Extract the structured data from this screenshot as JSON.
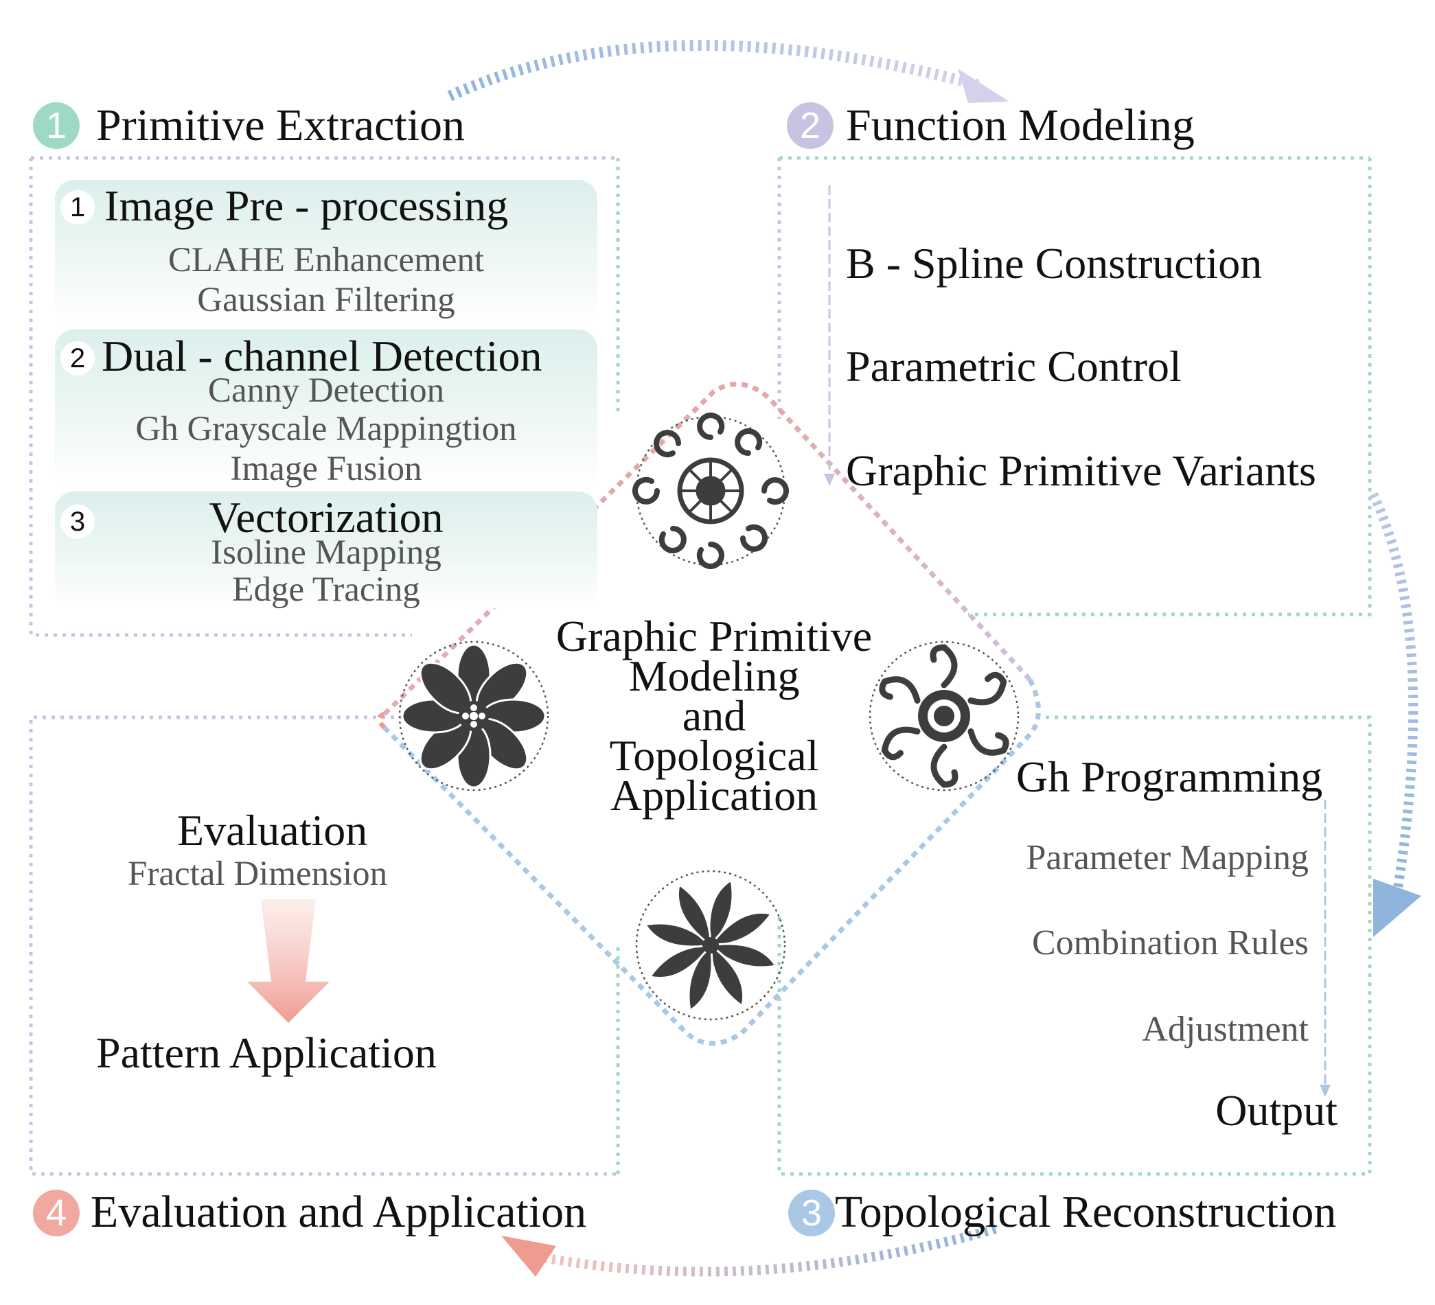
{
  "sections": {
    "s1": {
      "number": "1",
      "title": "Primitive Extraction",
      "color": "#9ed9c8"
    },
    "s2": {
      "number": "2",
      "title": "Function Modeling",
      "color": "#c9c3e3"
    },
    "s3": {
      "number": "3",
      "title": "Topological Reconstruction",
      "color": "#a9c8e6"
    },
    "s4": {
      "number": "4",
      "title": "Evaluation and Application",
      "color": "#f0a8a0"
    }
  },
  "extraction": {
    "steps": [
      {
        "number": "1",
        "heading": "Image Pre - processing",
        "items": [
          "CLAHE Enhancement",
          "Gaussian Filtering"
        ]
      },
      {
        "number": "2",
        "heading": "Dual - channel Detection",
        "items": [
          "Canny Detection",
          "Gh Grayscale Mappingtion",
          "Image Fusion"
        ]
      },
      {
        "number": "3",
        "heading": "Vectorization",
        "items": [
          "Isoline Mapping",
          "Edge Tracing"
        ]
      }
    ]
  },
  "function_modeling": {
    "items": [
      "B - Spline Construction",
      "Parametric Control",
      "Graphic Primitive Variants"
    ]
  },
  "topological": {
    "heading": "Gh Programming",
    "items": [
      "Parameter Mapping",
      "Combination Rules",
      "Adjustment"
    ],
    "output": "Output"
  },
  "evaluation": {
    "heading": "Evaluation",
    "sub": "Fractal Dimension",
    "result": "Pattern Application"
  },
  "center": {
    "lines": [
      "Graphic Primitive",
      "Modeling",
      "and",
      "Topological",
      "Application"
    ]
  },
  "icons": {
    "top": "spiral-rosette-icon",
    "left": "eight-petal-flower-icon",
    "right": "scroll-rosette-icon",
    "bottom": "pinwheel-flower-icon"
  },
  "colors": {
    "border_purple": "#c9c3e3",
    "border_teal": "#9ed9c8",
    "arrow_blue": "#8fb5dc",
    "arrow_pink": "#f09b90",
    "icon_dark": "#3d3d3d"
  }
}
